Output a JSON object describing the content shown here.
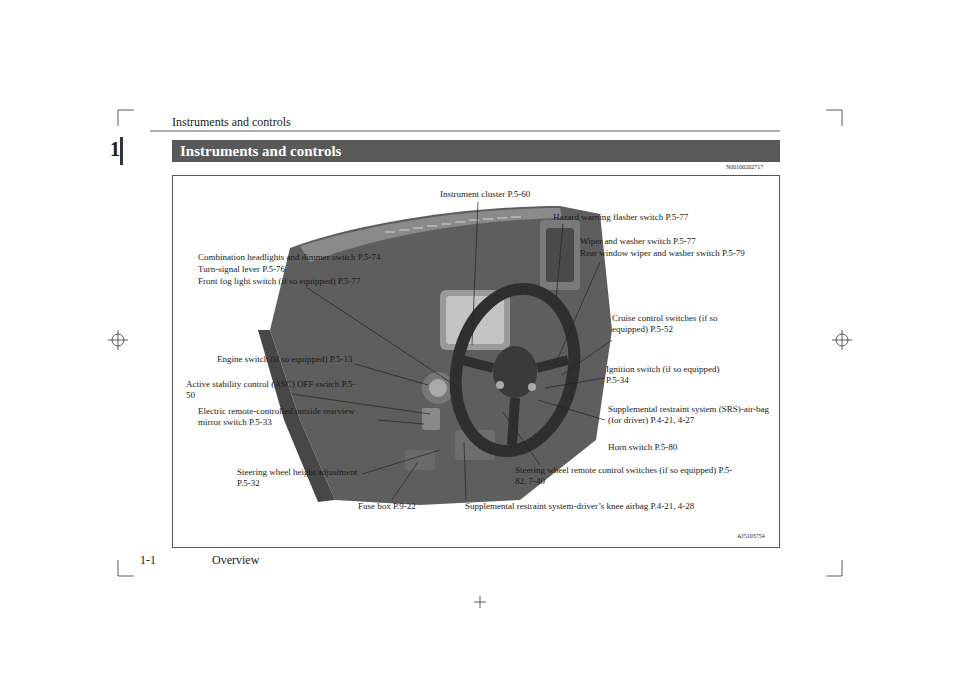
{
  "diagram": {
    "title": "Instruments and controls",
    "labels": [
      "Instruments and controls",
      "1",
      "N00100202717",
      "Instrument cluster P.5-60",
      "Hazard warning flasher switch P.5-77",
      "Wiper and washer switch P.5-77",
      "Rear window wiper and washer switch P.5-79",
      "Combination headlights and dimmer switch P.5-74",
      "Turn-signal lever P.5-76",
      "Front fog light switch (if so equipped) P.5-77",
      "Cruise control switches (if so equipped) P.5-52",
      "Engine switch (if so equipped) P.5-13",
      "Ignition switch (if so equipped) P.5-34",
      "Active stability control (ASC) OFF switch P.5-50",
      "Electric remote-controlled outside rearview mirror switch P.5-33",
      "Supplemental restraint system (SRS)-air-bag (for driver) P.4-21, 4-27",
      "Horn switch P.5-80",
      "Steering wheel height adjustment P.5-32",
      "Steering wheel remote control switches (if so equipped) P.5-82, 7-40",
      "Fuse box P.9-22",
      "Supplemental restraint system-driver’s knee airbag P.4-21, 4-28",
      "AJ5103754",
      "1-1",
      "Overview"
    ]
  }
}
